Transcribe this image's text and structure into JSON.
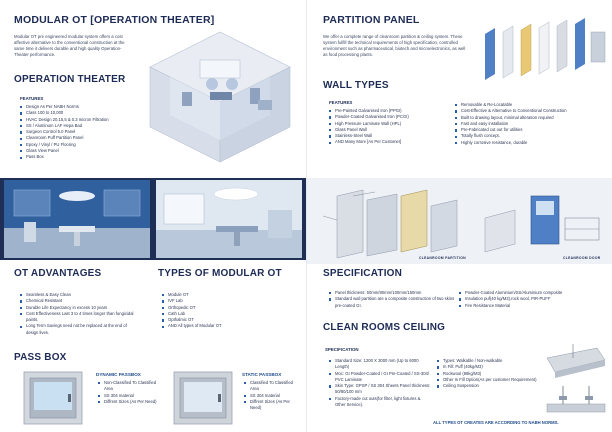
{
  "left": {
    "modular_ot": {
      "title": "MODULAR OT [OPERATION THEATER]",
      "description": "Modular OT pre engineered modular system offers a cost affective alternative to the conventional construction at the same time it delivers durable and high quality Operation-Theater performance."
    },
    "operation_theater": {
      "title": "OPERATION THEATER",
      "features_heading": "FEATURES",
      "features": [
        "Design As Per NABH Norms",
        "Class 100 to 10,000",
        "HVAC Design 20,15,5 & 0.3 micron Filtration",
        "SS / Aluminum LAF Hepa Bad",
        "Surgeon Control 5.0 Panel",
        "Cleanroom Puff Partition Panel",
        "Epoxy / Vinyl / PU Flooring",
        "Glass View Panel",
        "Pass Box"
      ]
    },
    "ot_advantages": {
      "title": "OT ADVANTAGES",
      "items": [
        "Seamless & Easy Clean",
        "Chemical Resistant",
        "Durable Life Expectancy in excess 10 years",
        "Cost Effectiveness Last 3 to 4 times longer than fungicidal paints.",
        "Long Term Savings need not be replaced at the end of design lives."
      ]
    },
    "types_of_ot": {
      "title": "TYPES OF MODULAR OT",
      "items": [
        "Module OT",
        "IVF Lab",
        "Orthopedic OT",
        "Cath Lab",
        "Opthalmic OT",
        "AND All types of Modular OT"
      ]
    },
    "pass_box": {
      "title": "PASS BOX",
      "dynamic": {
        "title": "DYNAMIC PASSBOX",
        "items": [
          "Non-Classified To Classified Area",
          "SS 304 material",
          "Diffrent Sizes (As Per Need)"
        ]
      },
      "static": {
        "title": "STATIC PASSBOX",
        "items": [
          "Classified To Classified Area",
          "SS 304 material",
          "Diffrent Sizes (As Per Need)"
        ]
      }
    }
  },
  "right": {
    "partition_panel": {
      "title": "PARTITION PANEL",
      "description": "We offer a complete range of cleanroom partition & ceiling system. These system fulfill the technical requirements of high specification, controlled environment such as pharmaceutical, biotech and microelectronics, as well as food processing plants."
    },
    "wall_types": {
      "title": "WALL TYPES",
      "features_heading": "FEATURES",
      "col1": [
        "Pre-Painted Galvanised Iron (PPGI)",
        "Powder-Coated Galvanised Iron (PCGI)",
        "High Pressure Laminate Wall (HPL)",
        "Glass Panel Wall",
        "Stainless-Steel Wall",
        "AND Many More [As Per Customer]"
      ],
      "col2": [
        "Removable & Re-Locatable",
        "Cost-Effective & Alternative to Conventional Construction",
        "Built to drawing layout, minimal alteration required",
        "Fast and easy installation",
        "Pre-Fabricated cut out for utilities",
        "Totally flush concept.",
        "Highly corrosive resistance, durable"
      ]
    },
    "captions": {
      "partition": "CLEANROOM PARTITION",
      "door": "CLEANROOM DOOR"
    },
    "specification": {
      "title": "SPECIFICATION",
      "col1": [
        "Panel thickness: 50mm/80mm/100mm/150mm",
        "Standard wall partition are a composite construction of two skins pre-coated GI."
      ],
      "col2": [
        "Powder-Coated Aluminium/SS/Aluminium composite",
        "Insulation puf(40 kg/M3),rock wool, PIR-PUFF",
        "Fire Resistance Material"
      ]
    },
    "ceiling": {
      "title": "CLEAN ROOMS CEILING",
      "spec_heading": "SPECIFICATION",
      "col1": [
        "Standard Size: 1200 X 3000 mm (Up to 6000 Length)",
        "Moc: GI Powder-Coated / GI Pre-Coated / SS-304/ PVC Laminate",
        "Skin Type: GPSP / SS 304 Sheets Panel thickness: 50/80/100 mm",
        "Factory-made cut outs(for filter, light fixtures & Other Service)."
      ],
      "col2": [
        "Types: Walkable / Non-walkable",
        "In Fill: Puff (40kg/M3)",
        "Rockwool (96kg/M3)",
        "Other In Fill Option(As per customer Requirement)",
        "Ceiling Suspension"
      ],
      "note": "ALL TYPES OT CREATES ARE ACCORDING TO NABH NORMS."
    }
  },
  "colors": {
    "navy": "#1d2b55",
    "accent": "#2a5fa8",
    "panel_blue": "#4f7fc4"
  }
}
